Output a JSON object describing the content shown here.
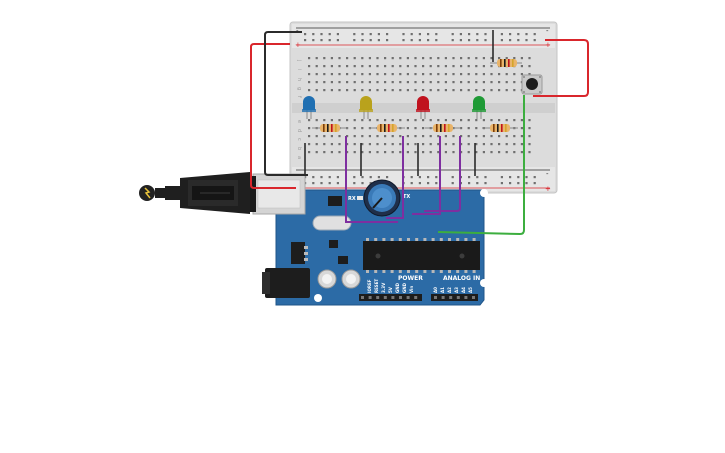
{
  "board": {
    "power_label": "POWER",
    "analog_label": "ANALOG IN",
    "rx_label": "RX",
    "tx_label": "TX",
    "power_pins": [
      "IOREF",
      "RESET",
      "3.3V",
      "5V",
      "GND",
      "GND",
      "Vin"
    ],
    "analog_pins": [
      "A0",
      "A1",
      "A2",
      "A3",
      "A4",
      "A5"
    ]
  },
  "breadboard": {
    "row_letters_top": [
      "j",
      "i",
      "h",
      "g",
      "f"
    ],
    "row_letters_bottom": [
      "e",
      "d",
      "c",
      "b",
      "a"
    ],
    "plus_label": "+",
    "minus_label": "-"
  },
  "components": {
    "leds": [
      {
        "name": "led-blue",
        "color": "#1f6fb2"
      },
      {
        "name": "led-yellow",
        "color": "#b9a21c"
      },
      {
        "name": "led-red",
        "color": "#c0121e"
      },
      {
        "name": "led-green",
        "color": "#1e9a35"
      }
    ],
    "wire_colors": {
      "power": "#d9262c",
      "ground": "#2b2b2b",
      "signal": "#7e2fa0",
      "button": "#3cae3f"
    },
    "board_color": "#2c6ba6",
    "resistor_color": "#e9b46a"
  }
}
